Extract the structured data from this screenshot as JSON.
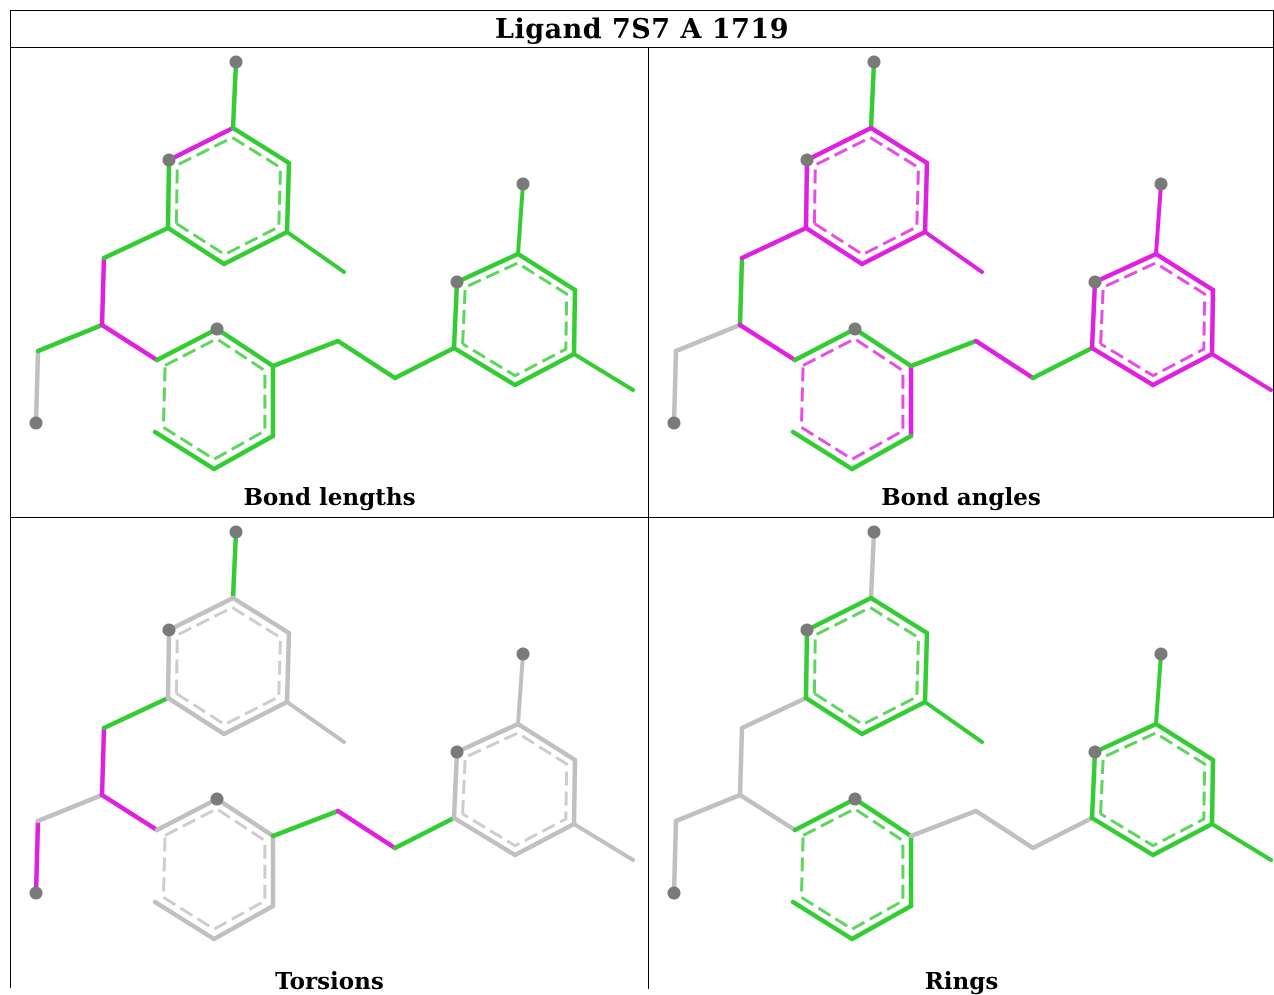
{
  "title": "Ligand 7S7 A 1719",
  "panels": [
    {
      "id": "bond-lengths",
      "caption": "Bond lengths",
      "bond_colors": [
        "grey",
        "green",
        "magenta",
        "green",
        "green",
        "green",
        "magenta",
        "green",
        "green",
        "green",
        "green",
        "magenta",
        "green",
        "green",
        "green",
        "green",
        "green",
        "green",
        "green",
        "green",
        "green",
        "green",
        "green",
        "green",
        "green",
        "green"
      ],
      "ring_colors": [
        "green",
        "green",
        "green"
      ]
    },
    {
      "id": "bond-angles",
      "caption": "Bond angles",
      "bond_colors": [
        "grey",
        "grey",
        "green",
        "magenta",
        "green",
        "magenta",
        "magenta",
        "magenta",
        "magenta",
        "magenta",
        "magenta",
        "magenta",
        "green",
        "green",
        "magenta",
        "green",
        "green",
        "green",
        "magenta",
        "green",
        "magenta",
        "magenta",
        "magenta",
        "magenta",
        "magenta",
        "magenta"
      ],
      "ring_colors": [
        "magenta",
        "magenta",
        "magenta"
      ]
    },
    {
      "id": "torsions",
      "caption": "Torsions",
      "bond_colors": [
        "magenta",
        "grey",
        "magenta",
        "green",
        "green",
        "grey",
        "grey",
        "grey",
        "grey",
        "grey",
        "grey",
        "magenta",
        "grey",
        "grey",
        "grey",
        "grey",
        "grey",
        "green",
        "magenta",
        "green",
        "grey",
        "grey",
        "grey",
        "grey",
        "grey",
        "grey"
      ],
      "ring_colors": [
        "grey",
        "grey",
        "grey"
      ]
    },
    {
      "id": "rings",
      "caption": "Rings",
      "bond_colors": [
        "grey",
        "grey",
        "grey",
        "grey",
        "grey",
        "green",
        "green",
        "green",
        "green",
        "green",
        "green",
        "grey",
        "green",
        "green",
        "green",
        "green",
        "green",
        "grey",
        "grey",
        "grey",
        "green",
        "green",
        "green",
        "green",
        "green",
        "green"
      ],
      "ring_colors": [
        "green",
        "green",
        "green"
      ]
    }
  ],
  "colors": {
    "green": "#33cc33",
    "magenta": "#e020e0",
    "grey": "#c0c0c0",
    "atom": "#7a7a7a",
    "border": "#000000"
  }
}
